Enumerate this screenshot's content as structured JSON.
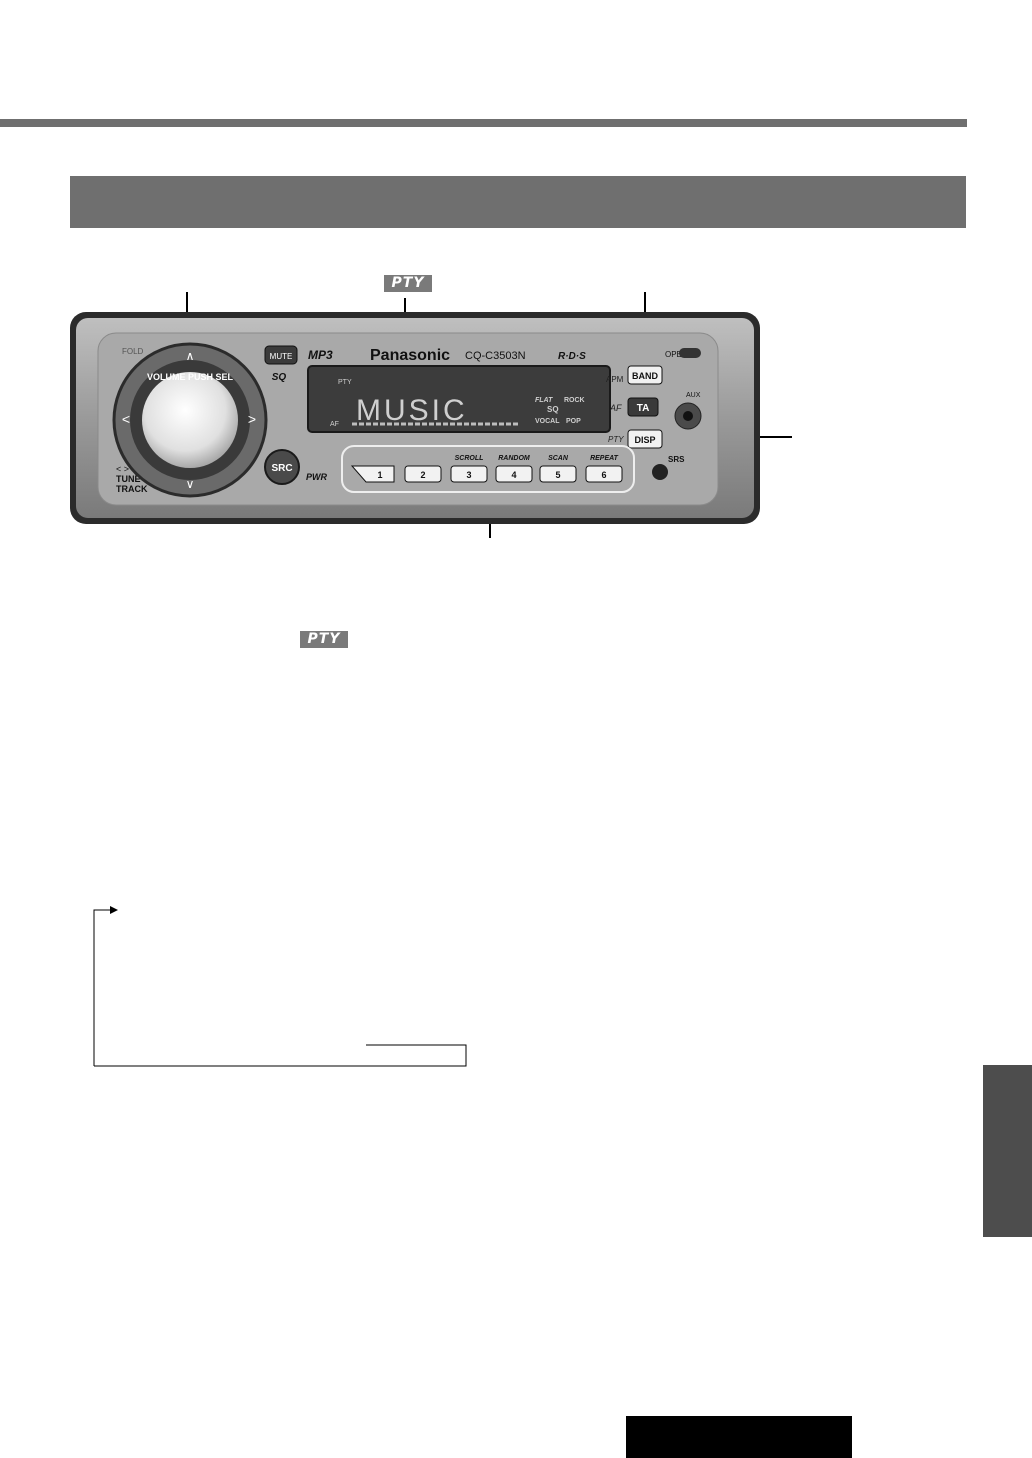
{
  "badges": {
    "pty_top": "PTY",
    "pty_text": "PTY"
  },
  "device": {
    "left_labels": {
      "fold": "FOLD",
      "tune": "TUNE",
      "track": "TRACK",
      "tune_arrows": "< >"
    },
    "dial": {
      "volume": "VOLUME",
      "push_sel": "PUSH SEL"
    },
    "mute": "MUTE",
    "sq": "SQ",
    "mp3": "MP3",
    "brand": "Panasonic",
    "model": "CQ-C3503N",
    "rds": "R·D·S",
    "open": "OPEN",
    "apm": "APM",
    "band": "BAND",
    "af_side": "AF",
    "ta": "TA",
    "aux": "AUX",
    "pty_side": "PTY",
    "disp": "DISP",
    "src": "SRC",
    "pwr": "PWR",
    "srs": "SRS",
    "display": {
      "pty": "PTY",
      "main": "MUSIC",
      "af": "AF",
      "flat": "FLAT",
      "rock": "ROCK",
      "sq": "SQ",
      "vocal": "VOCAL",
      "pop": "POP"
    },
    "preset_labels": [
      "",
      "",
      "SCROLL",
      "RANDOM",
      "SCAN",
      "REPEAT"
    ],
    "presets": [
      "1",
      "2",
      "3",
      "4",
      "5",
      "6"
    ]
  },
  "colors": {
    "bar": "#6f6f6f",
    "tab": "#4d4d4d",
    "page_box": "#000000"
  }
}
